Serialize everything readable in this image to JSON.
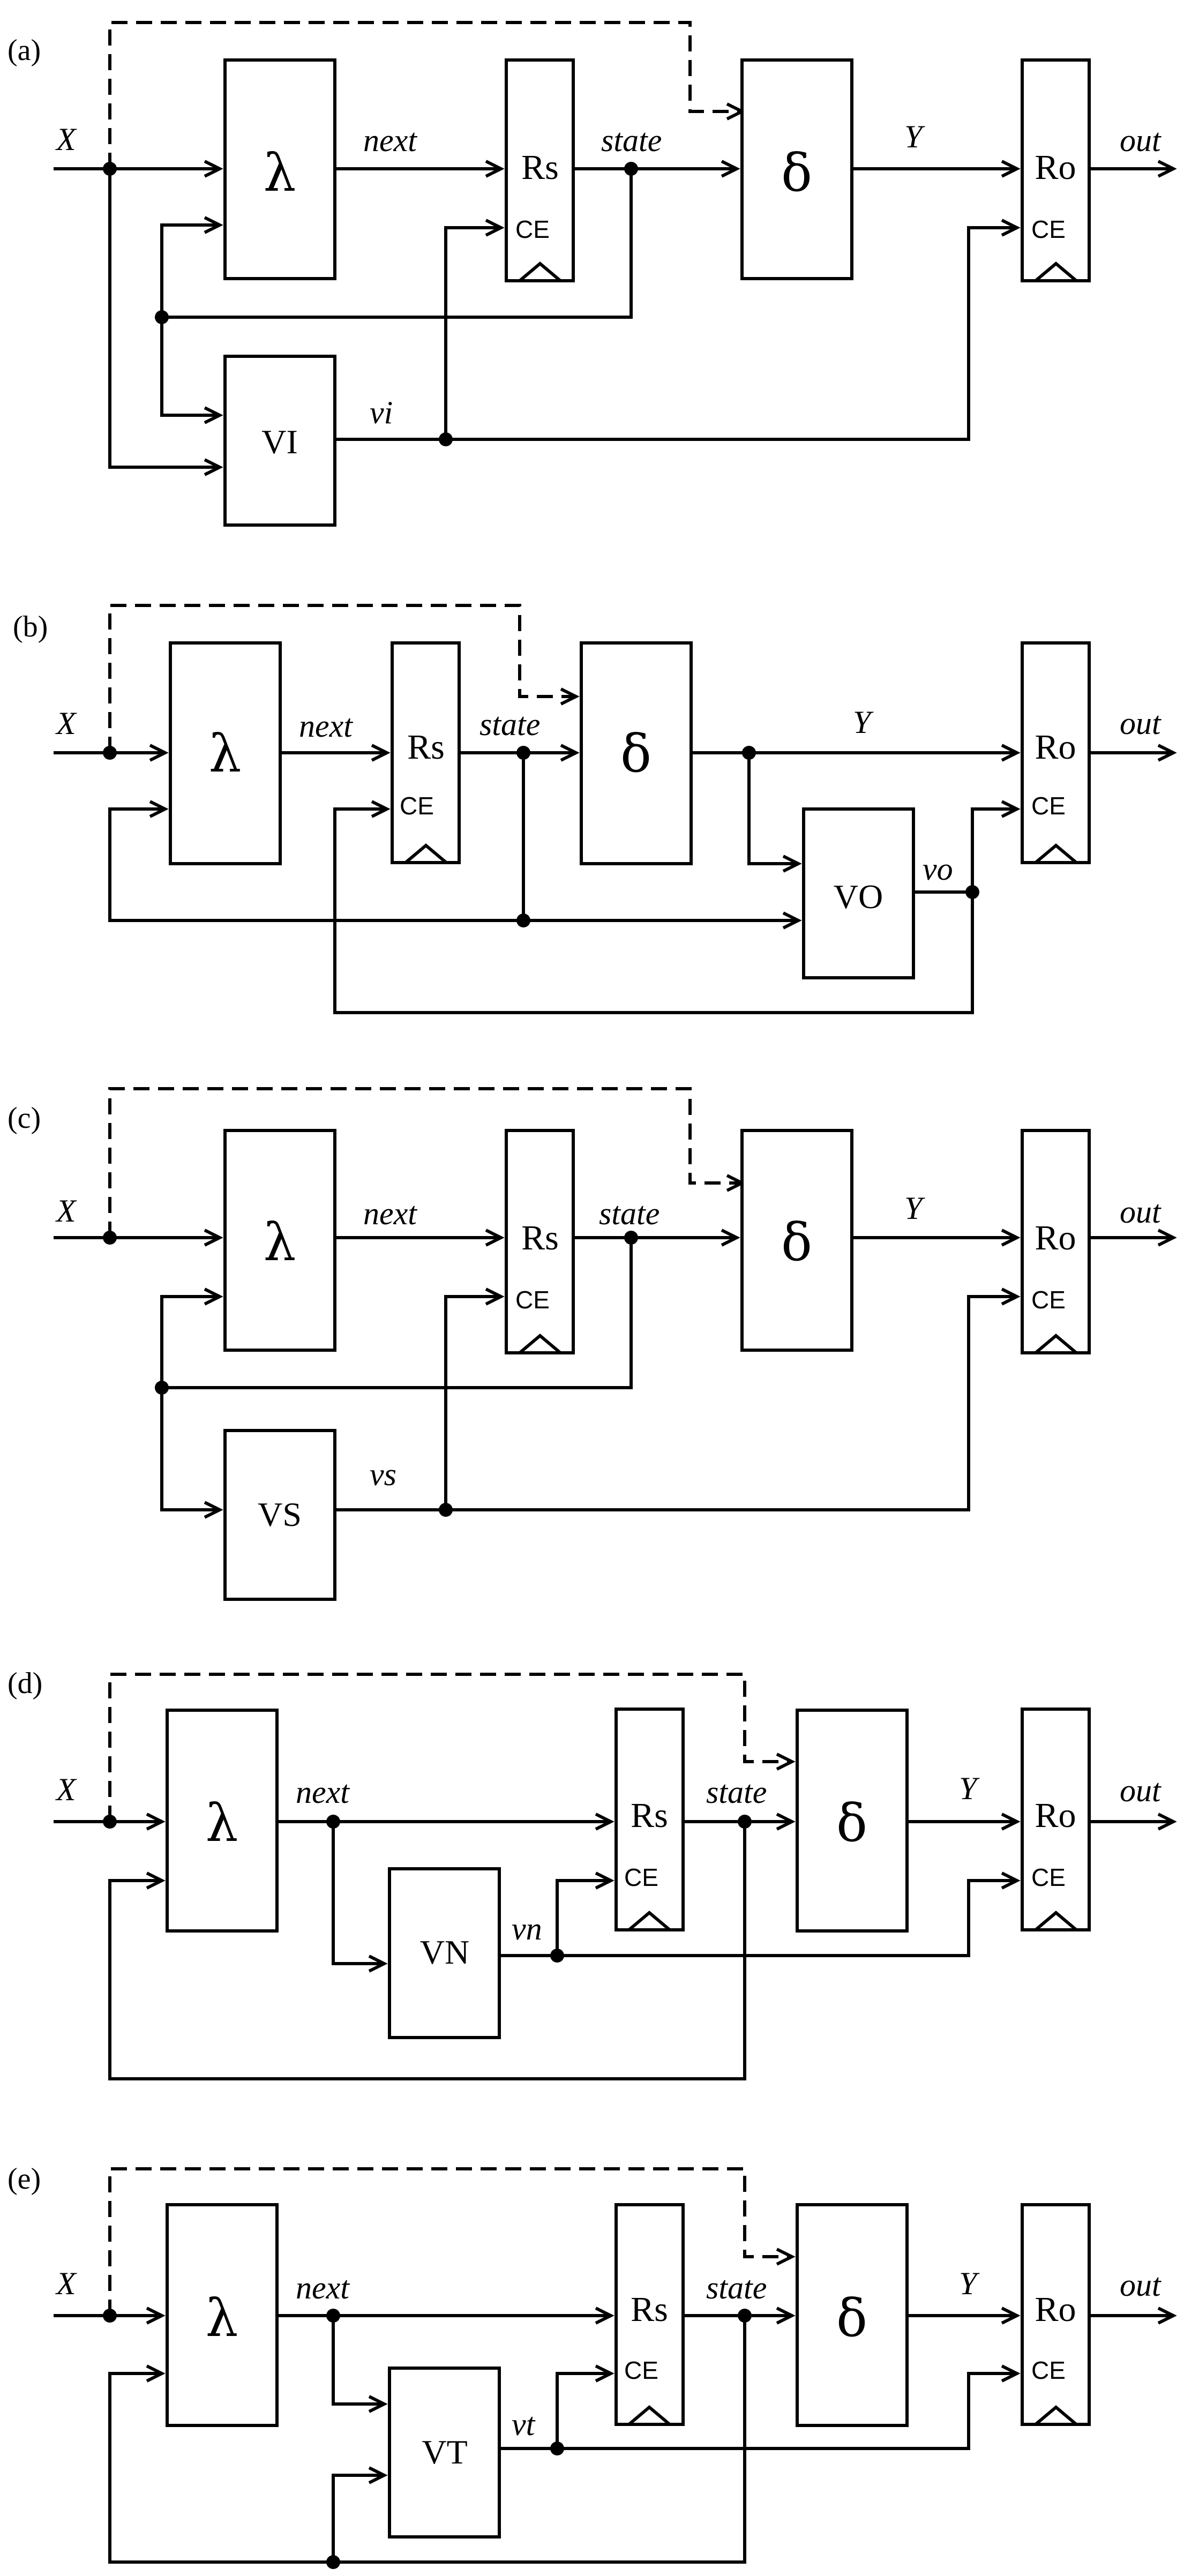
{
  "panels": [
    {
      "id": "a",
      "label": "(a)",
      "in": "X",
      "next": "next",
      "state": "state",
      "y": "Y",
      "out": "out",
      "lambda": "λ",
      "delta": "δ",
      "rs": "Rs",
      "ro": "Ro",
      "ce": "CE",
      "validator": "VI",
      "valid": "vi"
    },
    {
      "id": "b",
      "label": "(b)",
      "in": "X",
      "next": "next",
      "state": "state",
      "y": "Y",
      "out": "out",
      "lambda": "λ",
      "delta": "δ",
      "rs": "Rs",
      "ro": "Ro",
      "ce": "CE",
      "validator": "VO",
      "valid": "vo"
    },
    {
      "id": "c",
      "label": "(c)",
      "in": "X",
      "next": "next",
      "state": "state",
      "y": "Y",
      "out": "out",
      "lambda": "λ",
      "delta": "δ",
      "rs": "Rs",
      "ro": "Ro",
      "ce": "CE",
      "validator": "VS",
      "valid": "vs"
    },
    {
      "id": "d",
      "label": "(d)",
      "in": "X",
      "next": "next",
      "state": "state",
      "y": "Y",
      "out": "out",
      "lambda": "λ",
      "delta": "δ",
      "rs": "Rs",
      "ro": "Ro",
      "ce": "CE",
      "validator": "VN",
      "valid": "vn"
    },
    {
      "id": "e",
      "label": "(e)",
      "in": "X",
      "next": "next",
      "state": "state",
      "y": "Y",
      "out": "out",
      "lambda": "λ",
      "delta": "δ",
      "rs": "Rs",
      "ro": "Ro",
      "ce": "CE",
      "validator": "VT",
      "valid": "vt"
    }
  ]
}
